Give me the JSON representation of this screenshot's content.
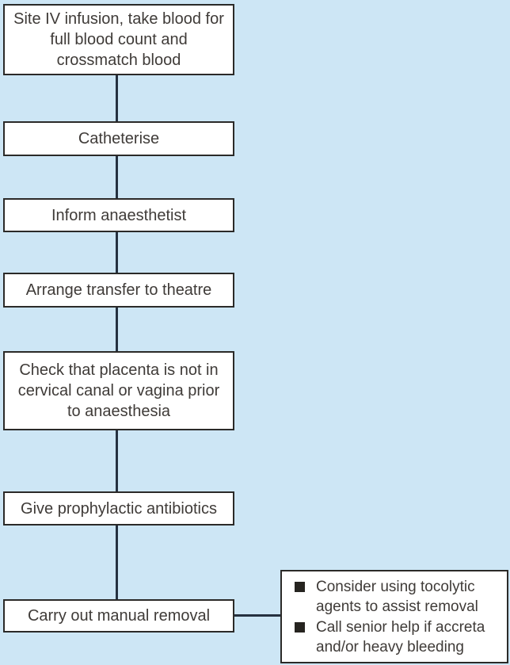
{
  "diagram": {
    "type": "flowchart",
    "colors": {
      "background": "#cde6f5",
      "box_fill": "#ffffff",
      "box_border": "#2b2a28",
      "connector": "#253140",
      "text": "#3f3b38",
      "bullet": "#262420"
    },
    "steps": [
      {
        "label": "Site IV infusion, take blood for full blood count and crossmatch blood"
      },
      {
        "label": "Catheterise"
      },
      {
        "label": "Inform anaesthetist"
      },
      {
        "label": "Arrange transfer to theatre"
      },
      {
        "label": "Check that placenta is not in cervical canal or vagina prior to anaesthesia"
      },
      {
        "label": "Give prophylactic antibiotics"
      },
      {
        "label": "Carry out manual removal"
      }
    ],
    "side_note": {
      "attached_to_step": "Carry out manual removal",
      "bullet_icon": "filled-square",
      "items": [
        "Consider using tocolytic agents to assist removal",
        "Call senior help if accreta and/or heavy bleeding"
      ]
    }
  }
}
